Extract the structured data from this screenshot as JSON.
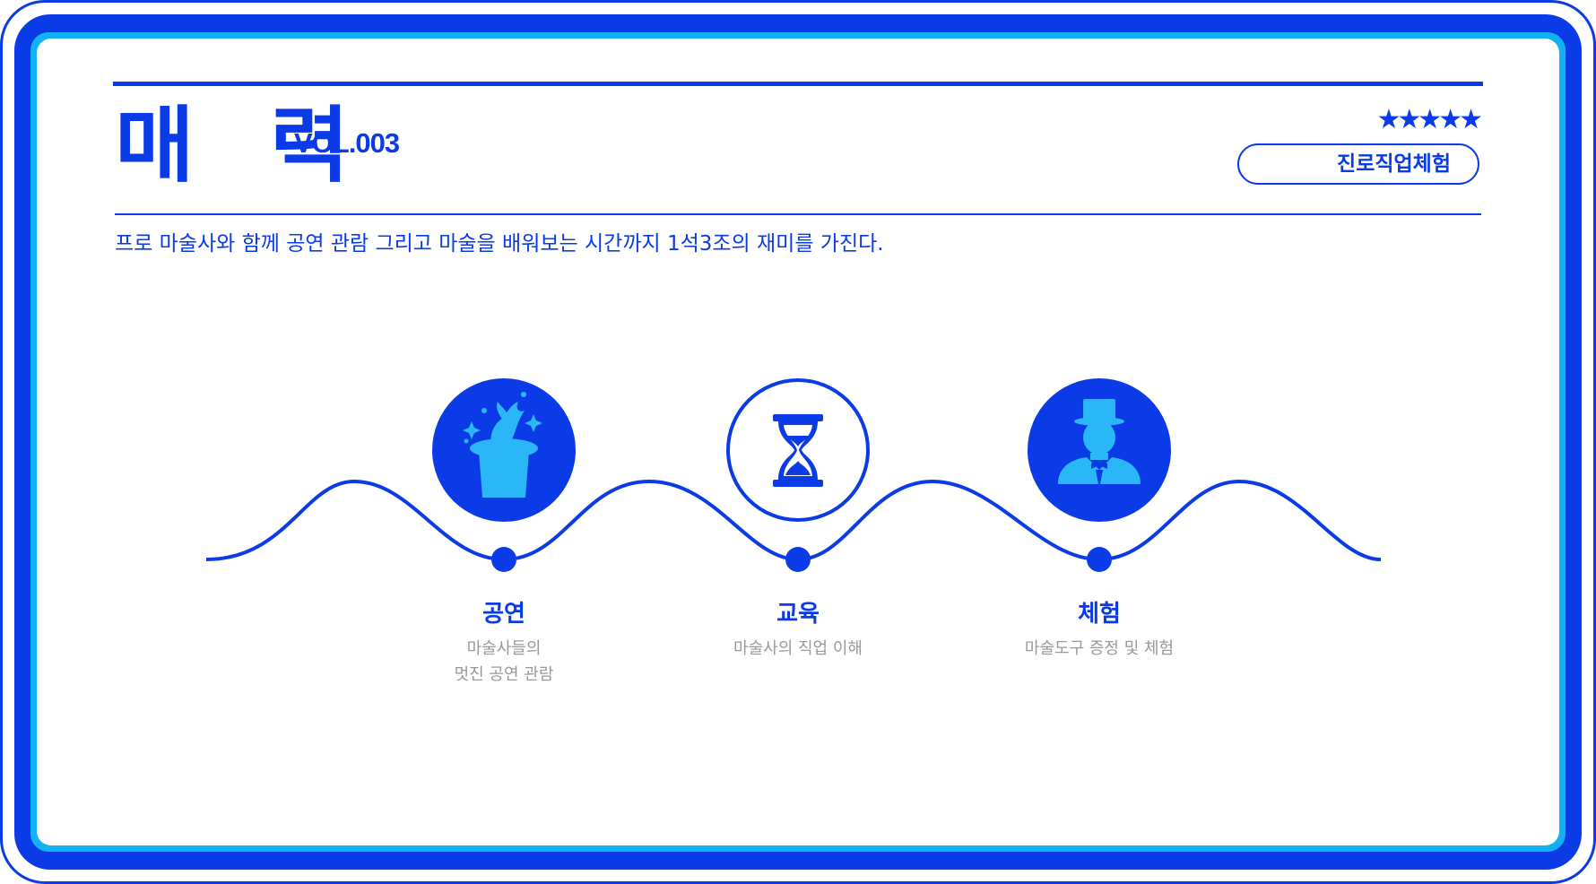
{
  "header": {
    "title": "매 력",
    "volume": "VOL.003",
    "rating": "★★★★★",
    "tag_label": "진로직업체험"
  },
  "description": "프로 마술사와 함께 공연 관람 그리고 마술을 배워보는 시간까지 1석3조의 재미를 가진다.",
  "steps": [
    {
      "icon": "magic-hat-dove-icon",
      "title": "공연",
      "subtitle_line1": "마술사들의",
      "subtitle_line2": "멋진 공연 관람"
    },
    {
      "icon": "hourglass-icon",
      "title": "교육",
      "subtitle_line1": "마술사의 직업 이해"
    },
    {
      "icon": "magician-icon",
      "title": "체험",
      "subtitle_line1": "마술도구 증정 및 체험"
    }
  ],
  "colors": {
    "primary": "#0a3be6",
    "accent": "#12b1f6",
    "muted": "#999999"
  }
}
